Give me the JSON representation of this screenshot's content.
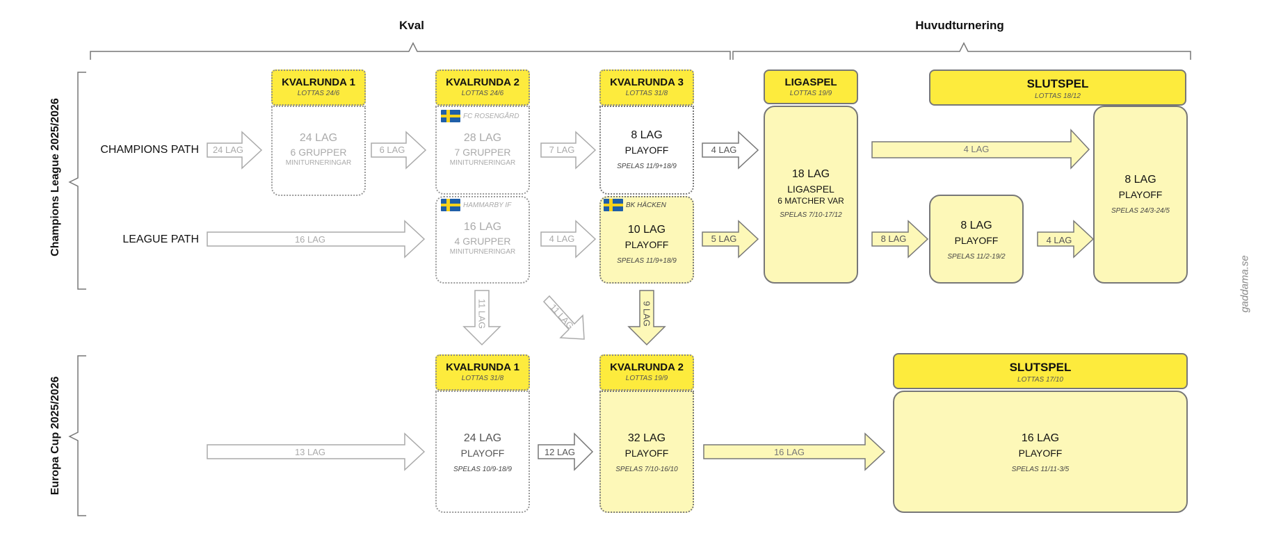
{
  "sections": {
    "kval": "Kval",
    "huvud": "Huvudturnering"
  },
  "competitions": {
    "cl": "Champions League 2025/2026",
    "ec": "Europa Cup 2025/2026"
  },
  "paths": {
    "champions": "CHAMPIONS PATH",
    "league": "LEAGUE PATH"
  },
  "cl": {
    "kr1": {
      "title": "KVALRUNDA 1",
      "sub": "LOTTAS 24/6",
      "lag": "24 LAG",
      "grp": "6 GRUPPER",
      "mini": "MINITURNERINGAR"
    },
    "kr2": {
      "title": "KVALRUNDA 2",
      "sub": "LOTTAS 24/6",
      "champ": {
        "team": "FC ROSENGÅRD",
        "lag": "28 LAG",
        "grp": "7 GRUPPER",
        "mini": "MINITURNERINGAR"
      },
      "league": {
        "team": "HAMMARBY IF",
        "lag": "16 LAG",
        "grp": "4 GRUPPER",
        "mini": "MINITURNERINGAR"
      }
    },
    "kr3": {
      "title": "KVALRUNDA 3",
      "sub": "LOTTAS 31/8",
      "champ": {
        "lag": "8 LAG",
        "format": "PLAYOFF",
        "spelas": "SPELAS 11/9+18/9"
      },
      "league": {
        "team": "BK HÄCKEN",
        "lag": "10 LAG",
        "format": "PLAYOFF",
        "spelas": "SPELAS 11/9+18/9"
      }
    },
    "liga": {
      "title": "LIGASPEL",
      "sub": "LOTTAS 19/9",
      "lag": "18 LAG",
      "format": "LIGASPEL",
      "matcher": "6 MATCHER VAR",
      "spelas": "SPELAS 7/10-17/12"
    },
    "slut": {
      "title": "SLUTSPEL",
      "sub": "LOTTAS 18/12"
    },
    "po1": {
      "lag": "8 LAG",
      "format": "PLAYOFF",
      "spelas": "SPELAS 11/2-19/2"
    },
    "po2": {
      "lag": "8 LAG",
      "format": "PLAYOFF",
      "spelas": "SPELAS 24/3-24/5"
    }
  },
  "ec": {
    "kr1": {
      "title": "KVALRUNDA 1",
      "sub": "LOTTAS 31/8",
      "lag": "24 LAG",
      "format": "PLAYOFF",
      "spelas": "SPELAS 10/9-18/9"
    },
    "kr2": {
      "title": "KVALRUNDA 2",
      "sub": "LOTTAS 19/9",
      "lag": "32 LAG",
      "format": "PLAYOFF",
      "spelas": "SPELAS 7/10-16/10"
    },
    "slut": {
      "title": "SLUTSPEL",
      "sub": "LOTTAS 17/10",
      "lag": "16 LAG",
      "format": "PLAYOFF",
      "spelas": "SPELAS 11/11-3/5"
    }
  },
  "arrows": {
    "a24": "24 LAG",
    "a6": "6 LAG",
    "a7": "7 LAG",
    "a4a": "4 LAG",
    "a4top": "4 LAG",
    "a16": "16 LAG",
    "a4b": "4 LAG",
    "a5": "5 LAG",
    "a8": "8 LAG",
    "a4c": "4 LAG",
    "d11a": "11 LAG",
    "d11b": "11 LAG",
    "d9": "9 LAG",
    "e13": "13 LAG",
    "e12": "12 LAG",
    "e16": "16 LAG"
  },
  "colors": {
    "yellow": "#fdeb3d",
    "light_yellow": "#fdf8b8",
    "grey": "#aaaaaa"
  },
  "watermark": "gaddama.se"
}
